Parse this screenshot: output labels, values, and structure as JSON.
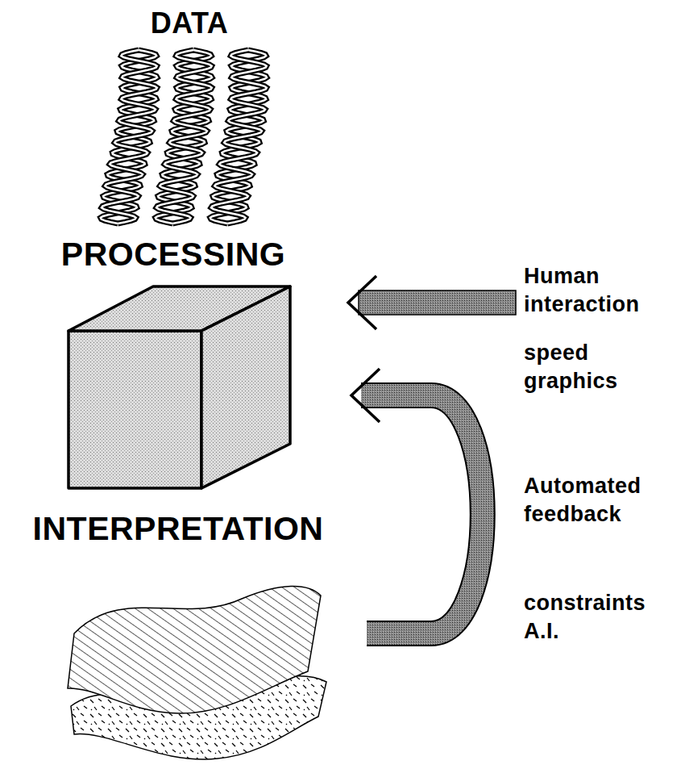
{
  "diagram": {
    "nodes": [
      {
        "text": [
          "DATA"
        ]
      },
      {
        "text": [
          "PROCESSING"
        ]
      },
      {
        "text": [
          "INTERPRETATION"
        ]
      }
    ],
    "edges": [
      {
        "from": 2,
        "to": 1,
        "arrow": "to"
      }
    ],
    "labels": [
      "Human interaction",
      "speed graphics",
      "Automated feedback",
      "constraints A.I."
    ]
  }
}
